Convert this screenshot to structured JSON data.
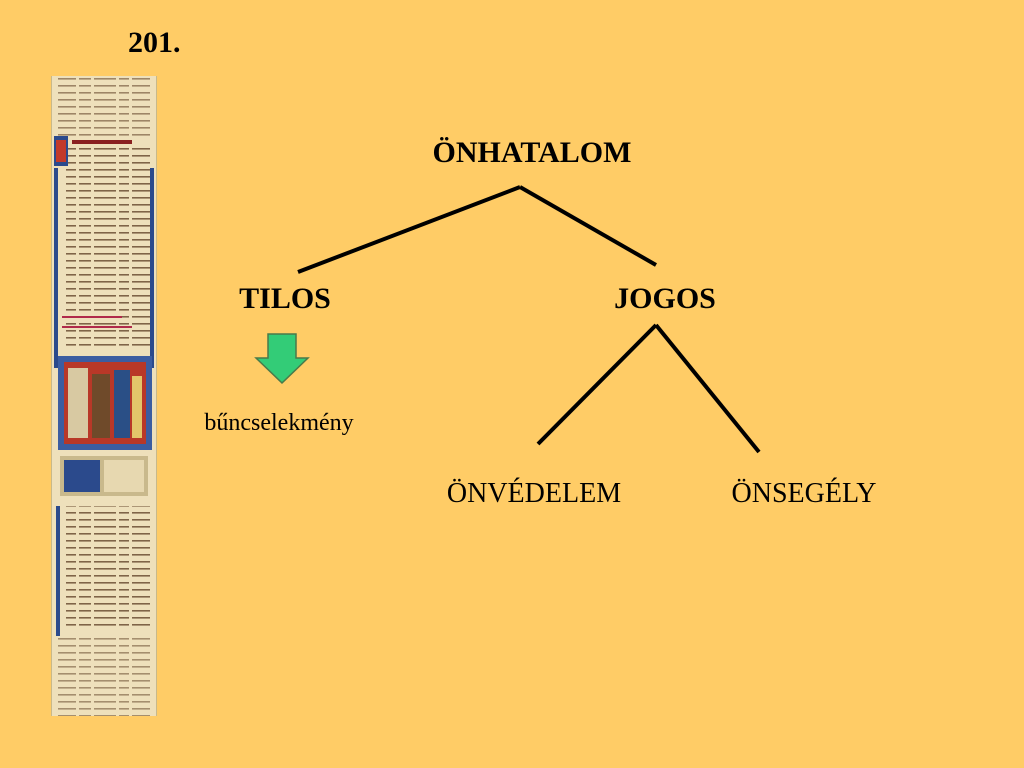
{
  "slide": {
    "number": "201."
  },
  "tree": {
    "root": "ÖNHATALOM",
    "left": "TILOS",
    "right": "JOGOS",
    "left_result": "bűncselekmény",
    "right_children": [
      "ÖNVÉDELEM",
      "ÖNSEGÉLY"
    ]
  },
  "colors": {
    "background": "#FFCC66",
    "arrow_fill": "#33CC77",
    "line": "#000000"
  },
  "icons": {
    "down_arrow": "down-arrow-icon",
    "manuscript": "manuscript-image"
  }
}
